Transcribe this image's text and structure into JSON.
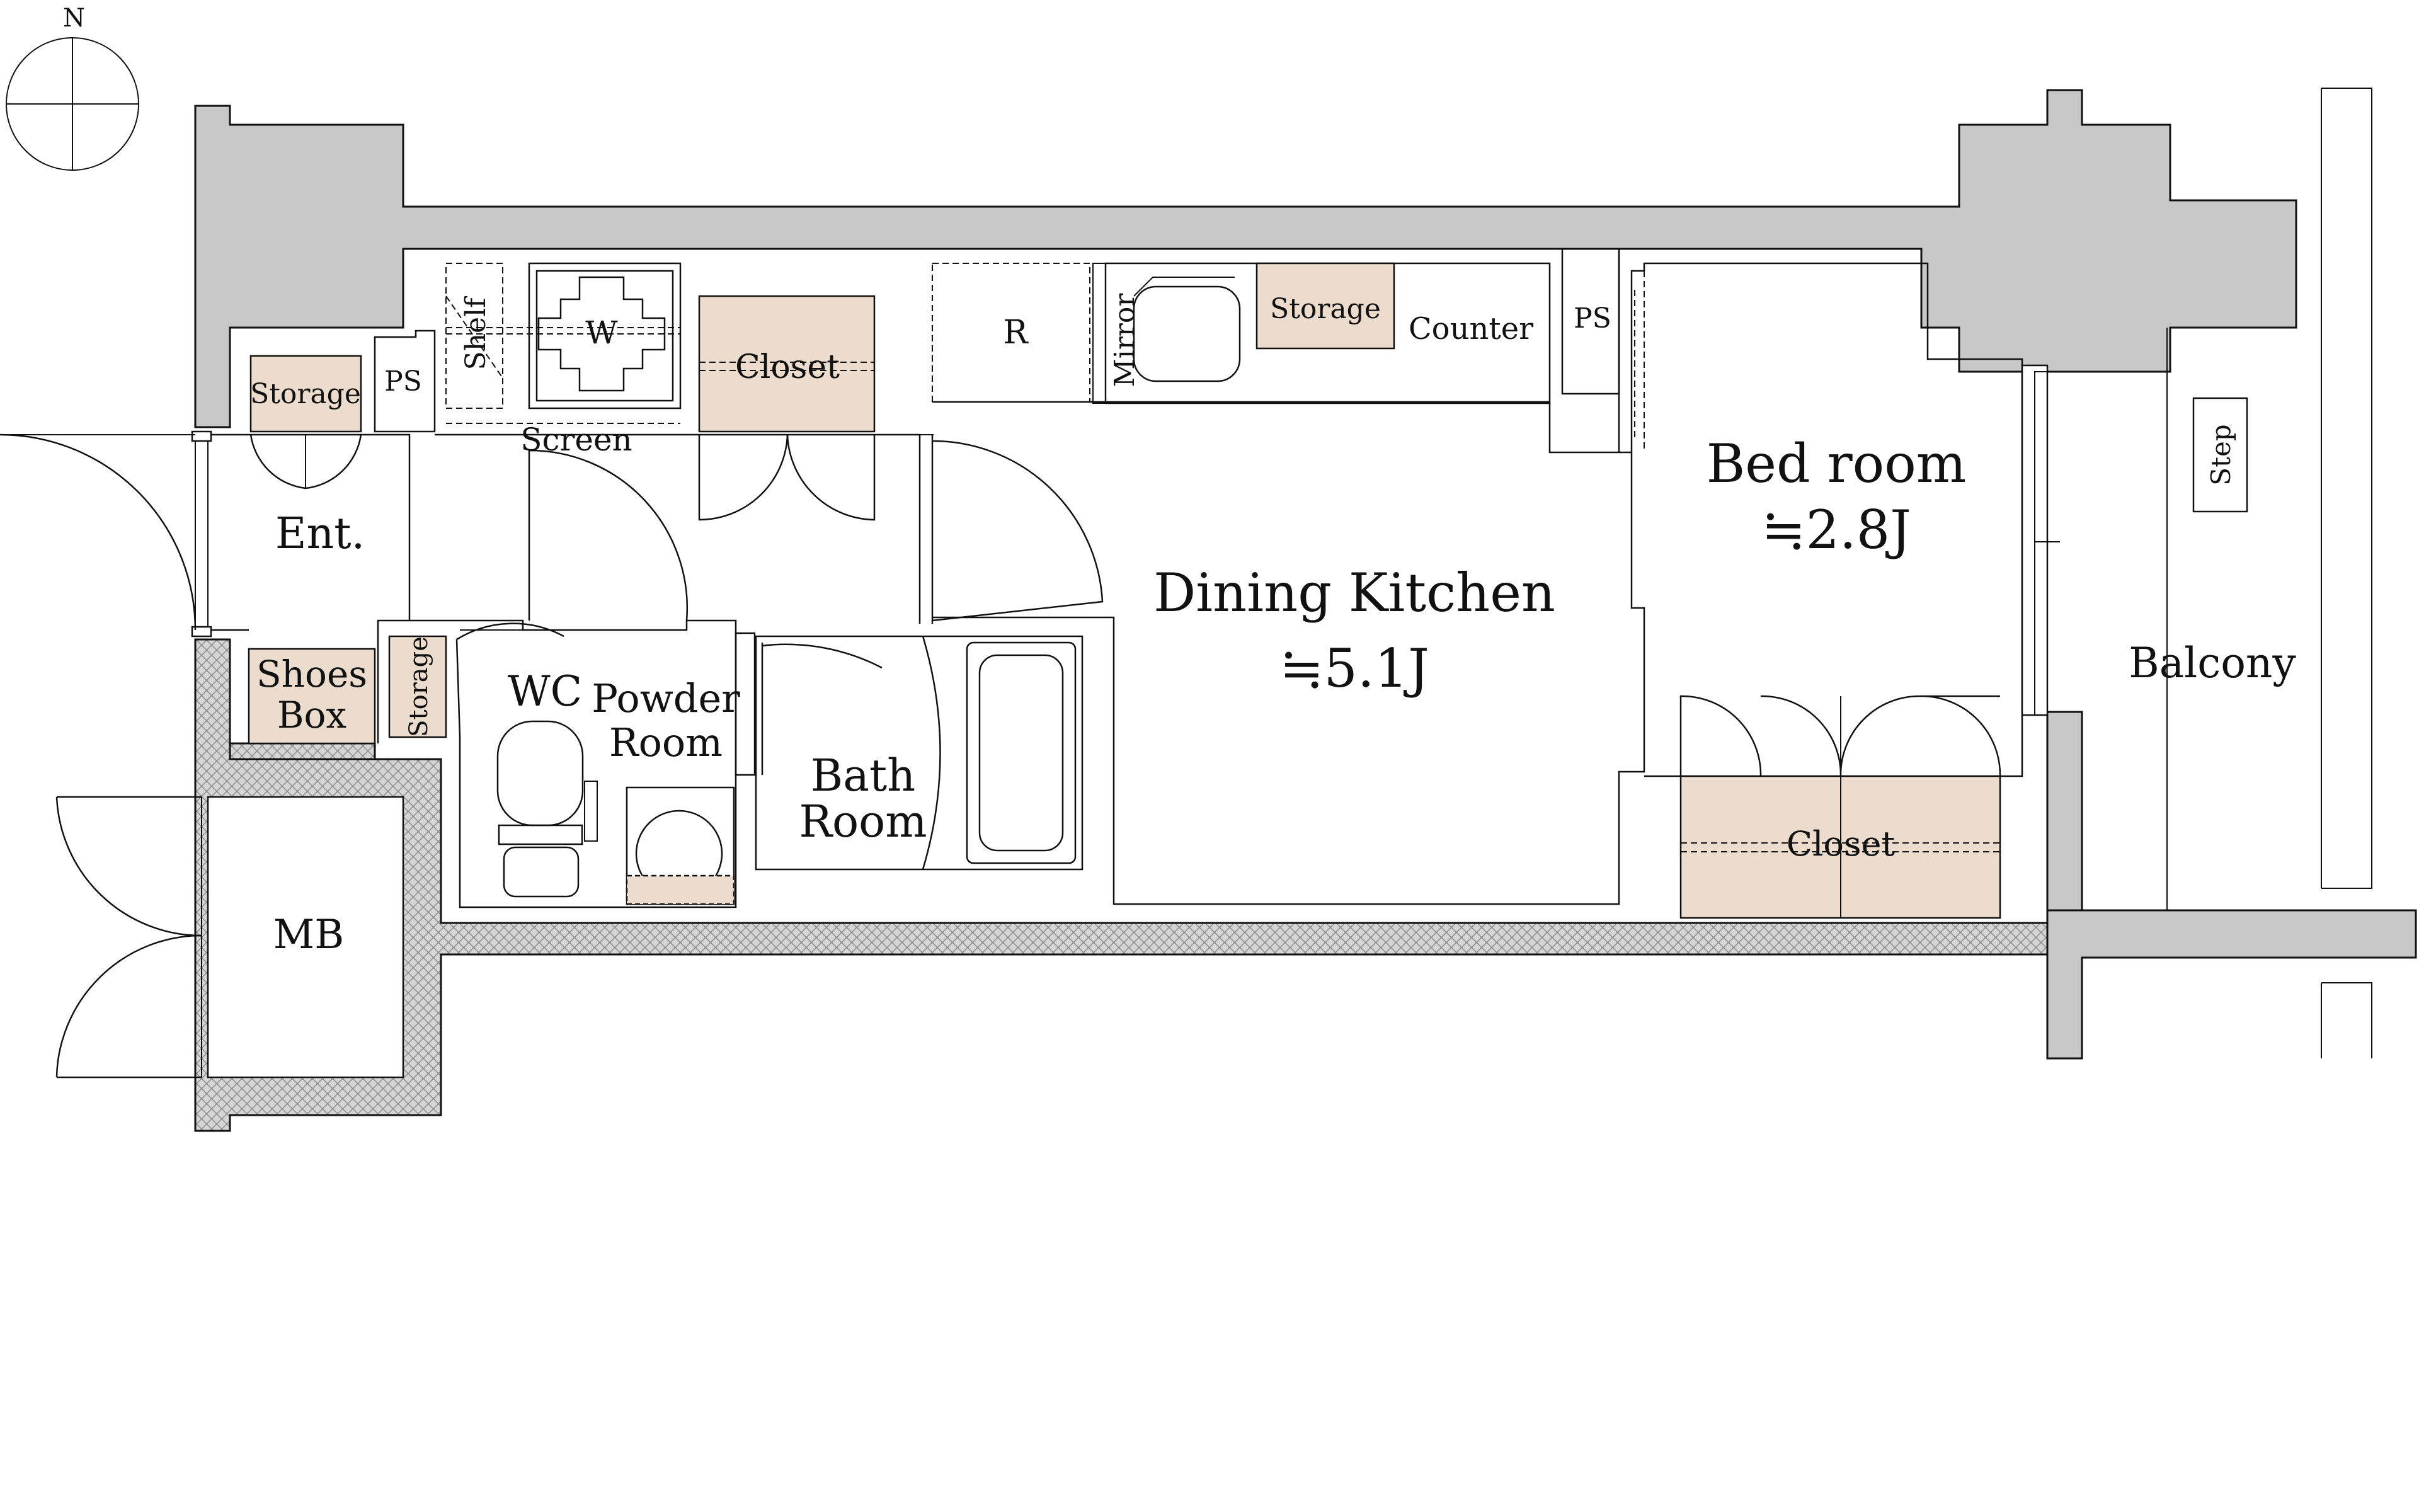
{
  "compass": {
    "north_label": "N"
  },
  "labels": {
    "storage_ent": "Storage",
    "ps_left": "PS",
    "shelf": "Shelf",
    "washer": "W",
    "closet_top": "Closet",
    "screen": "Screen",
    "fridge": "R",
    "mirror": "Mirror",
    "storage_kitchen": "Storage",
    "counter": "Counter",
    "ps_right": "PS",
    "entrance": "Ent.",
    "shoes_box_line1": "Shoes",
    "shoes_box_line2": "Box",
    "storage_wc": "Storage",
    "wc": "WC",
    "powder_line1": "Powder",
    "powder_line2": "Room",
    "bath_line1": "Bath",
    "bath_line2": "Room",
    "dining_line1": "Dining Kitchen",
    "dining_line2": "≒5.1J",
    "bed_line1": "Bed room",
    "bed_line2": "≒2.8J",
    "closet_bed": "Closet",
    "balcony": "Balcony",
    "step": "Step",
    "mb": "MB"
  },
  "colors": {
    "storage_fill": "#ecdccd",
    "wall_fill": "#c8c8c8",
    "line": "#111111"
  }
}
